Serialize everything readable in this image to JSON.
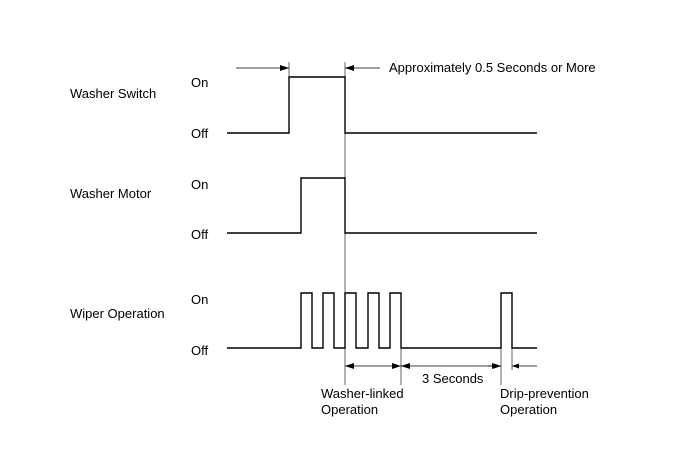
{
  "signals": [
    {
      "name": "Washer Switch",
      "on_label": "On",
      "off_label": "Off"
    },
    {
      "name": "Washer Motor",
      "on_label": "On",
      "off_label": "Off"
    },
    {
      "name": "Wiper Operation",
      "on_label": "On",
      "off_label": "Off"
    }
  ],
  "annotations": {
    "switch_duration": "Approximately 0.5 Seconds or More",
    "delay": "3 Seconds",
    "washer_linked_line1": "Washer-linked",
    "washer_linked_line2": "Operation",
    "drip_line1": "Drip-prevention",
    "drip_line2": "Operation"
  }
}
